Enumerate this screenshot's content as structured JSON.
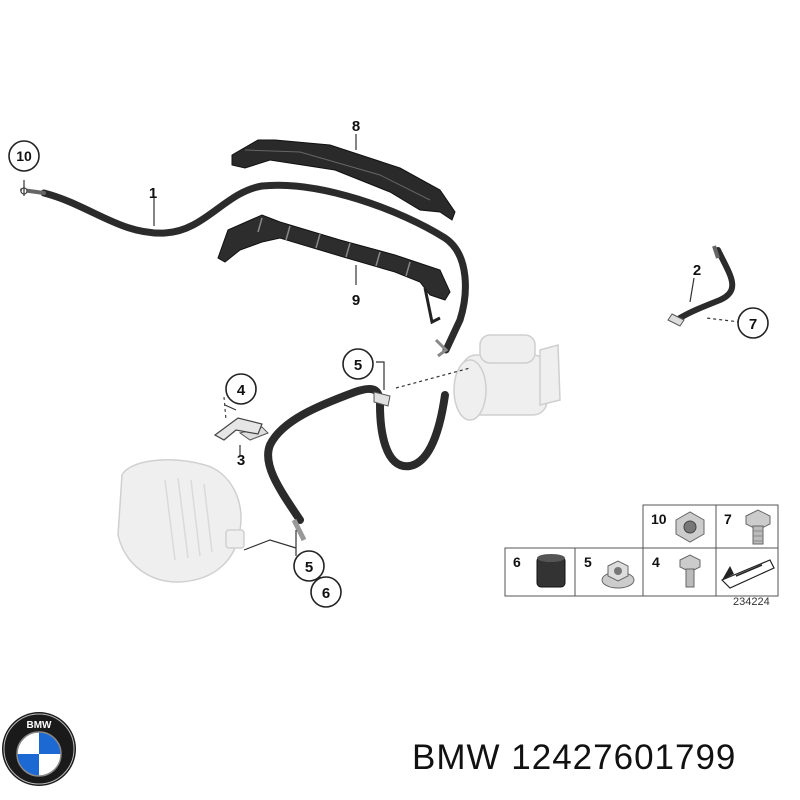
{
  "diagram": {
    "callouts": {
      "c1": "1",
      "c2": "2",
      "c3": "3",
      "c4": "4",
      "c5a": "5",
      "c5b": "5",
      "c6": "6",
      "c7": "7",
      "c8": "8",
      "c9": "9",
      "c10": "10"
    },
    "legend": {
      "p10": "10",
      "p7": "7",
      "p6": "6",
      "p5": "5",
      "p4": "4"
    },
    "ref_code": "234224"
  },
  "footer": {
    "brand": "BMW",
    "part_number": "12427601799",
    "logo_letters": "BMW"
  }
}
